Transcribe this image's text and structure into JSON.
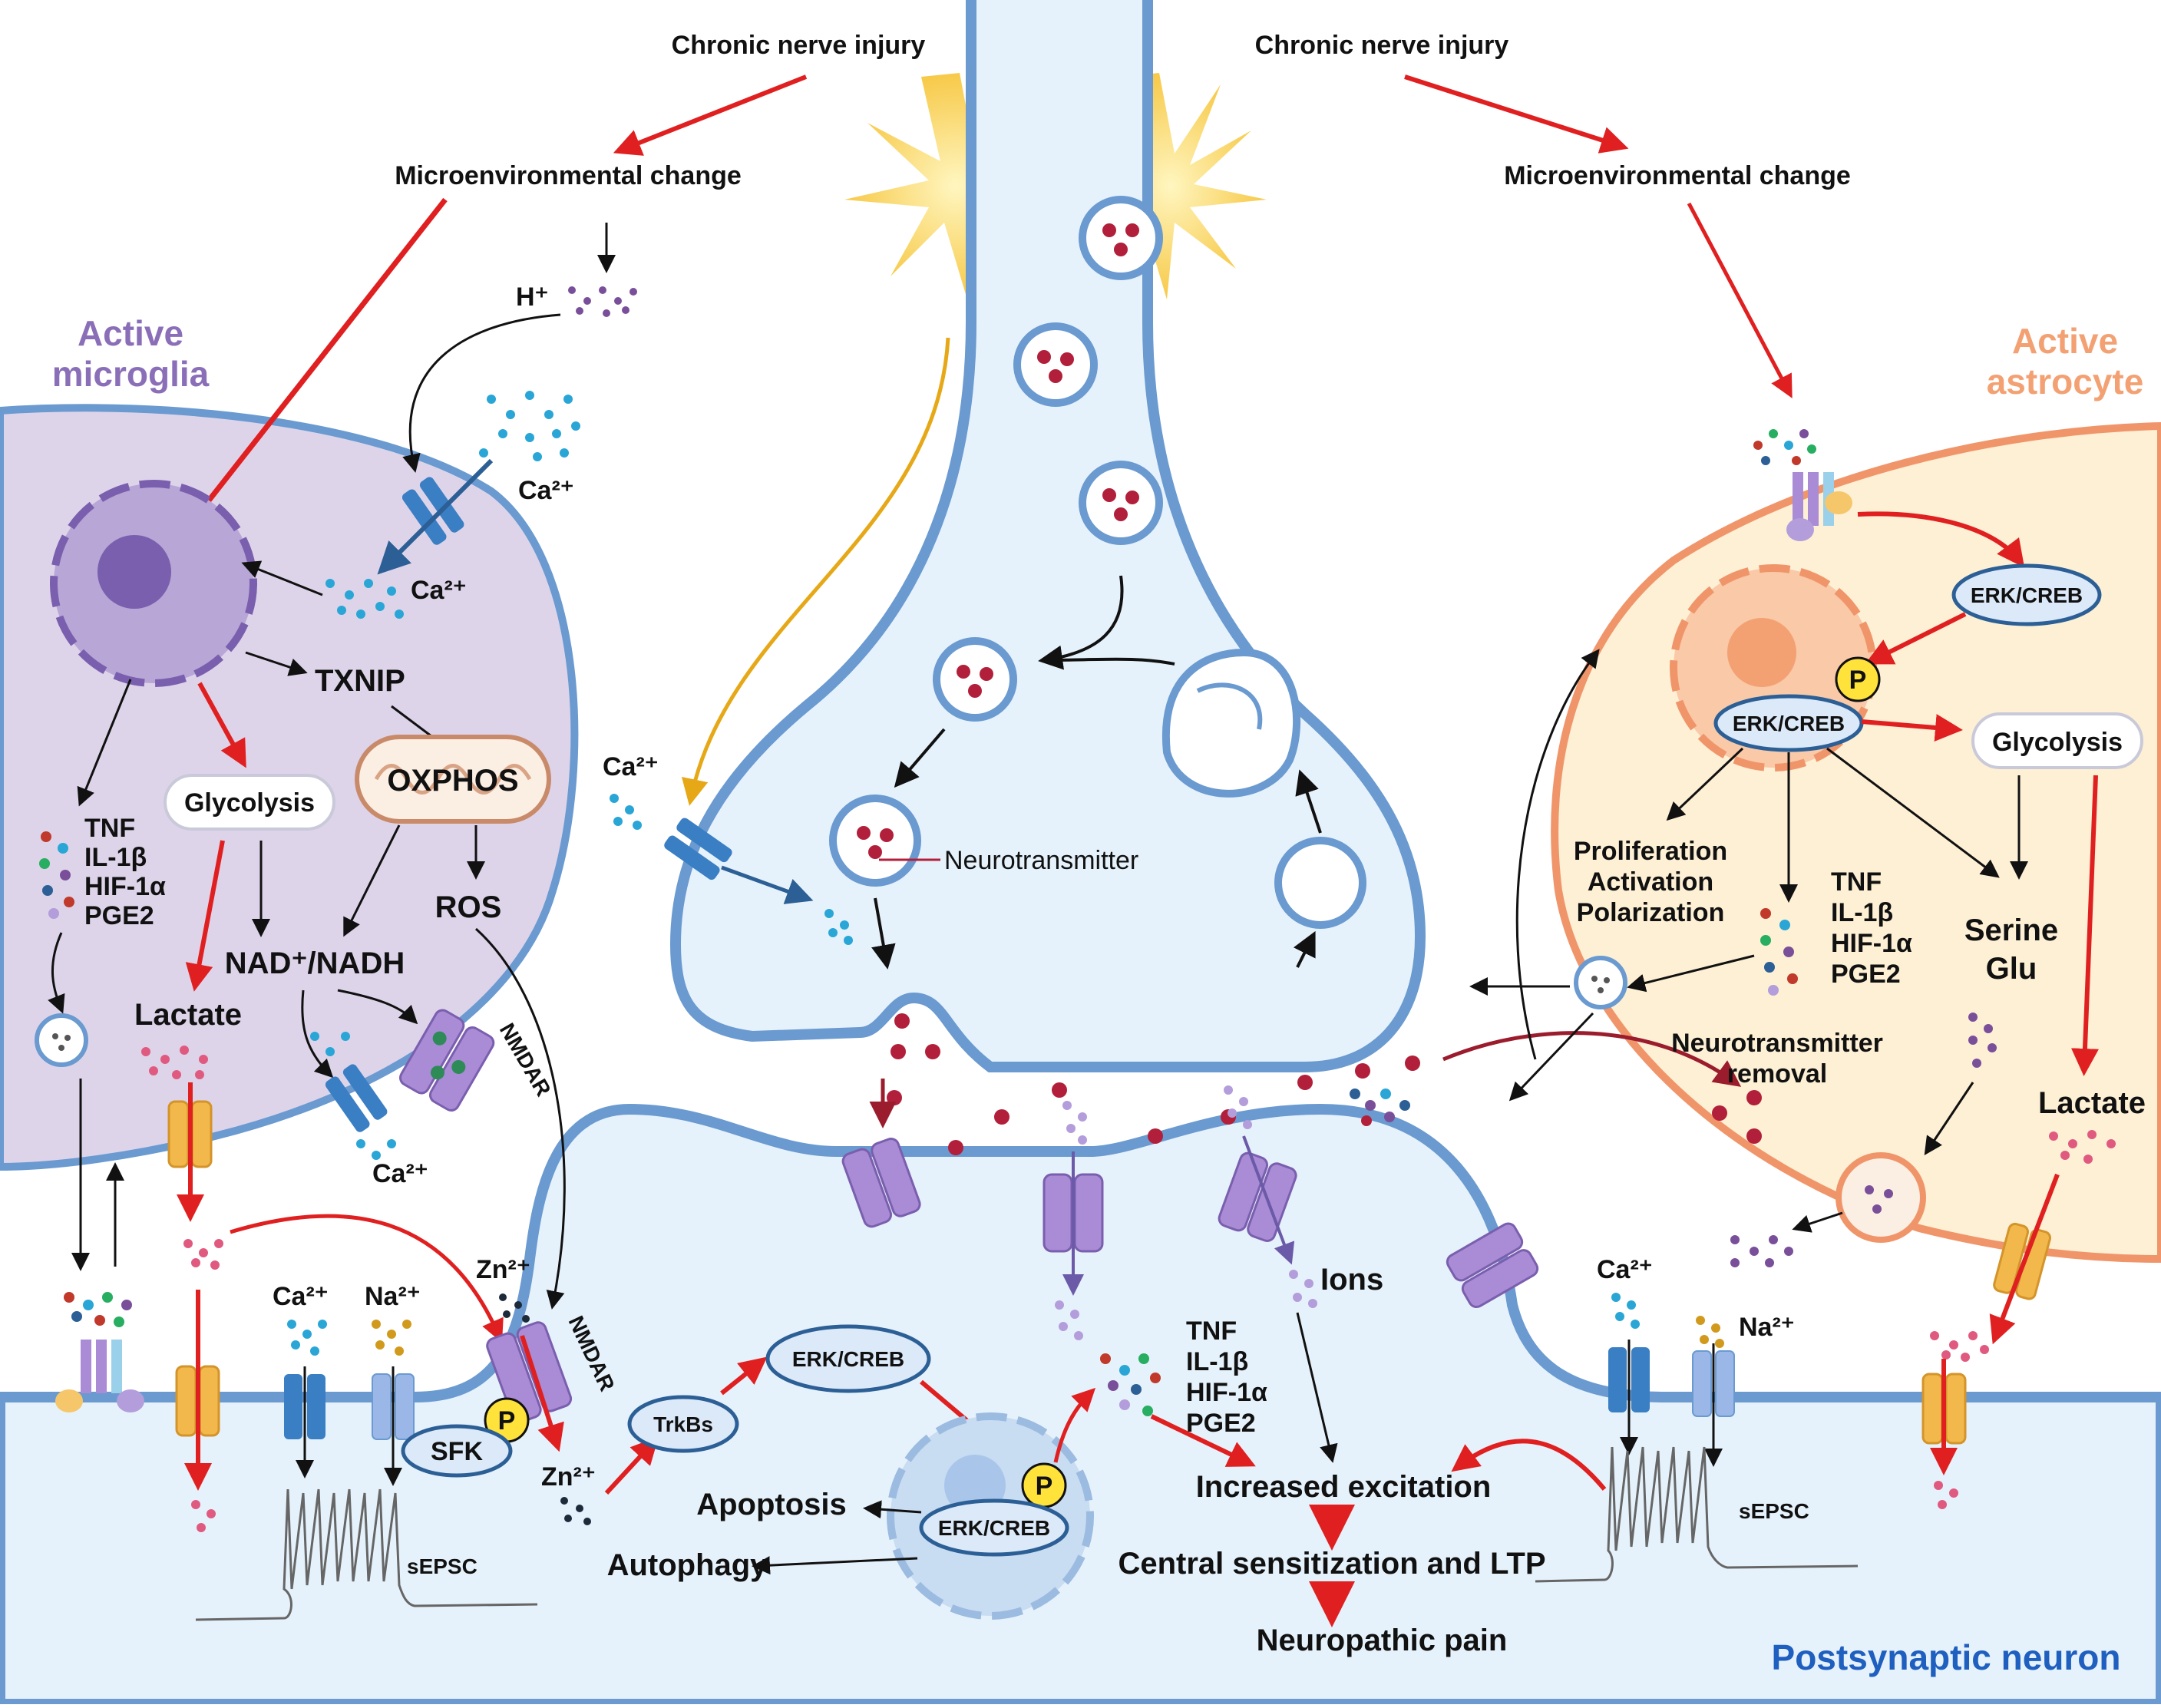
{
  "header": {
    "left_trigger": "Chronic nerve injury",
    "right_trigger": "Chronic nerve injury",
    "left_change": "Microenvironmental change",
    "right_change": "Microenvironmental change"
  },
  "regions": {
    "microglia": "Active\nmicroglia",
    "astrocyte": "Active\nastrocyte",
    "postsynaptic": "Postsynaptic neuron"
  },
  "microglia": {
    "h_ion": "H⁺",
    "ca_out": "Ca²⁺",
    "ca_in": "Ca²⁺",
    "txnip": "TXNIP",
    "oxphos": "OXPHOS",
    "glycolysis": "Glycolysis",
    "ros": "ROS",
    "nad": "NAD⁺/NADH",
    "lactate": "Lactate",
    "nmdar": "NMDAR",
    "ca_bottom": "Ca²⁺",
    "cytokines": [
      "TNF",
      "IL-1β",
      "HIF-1α",
      "PGE2"
    ]
  },
  "presynaptic": {
    "ca_label": "Ca²⁺",
    "neurotransmitter": "Neurotransmitter"
  },
  "astrocyte": {
    "erk1": "ERK/CREB",
    "erk2": "ERK/CREB",
    "p": "P",
    "glycolysis": "Glycolysis",
    "proliferation": [
      "Proliferation",
      "Activation",
      "Polarization"
    ],
    "cytokines": [
      "TNF",
      "IL-1β",
      "HIF-1α",
      "PGE2"
    ],
    "serine": "Serine",
    "glu": "Glu",
    "nt_removal": [
      "Neurotransmitter",
      "removal"
    ],
    "lactate": "Lactate"
  },
  "postsynaptic": {
    "ca_left": "Ca²⁺",
    "na_left": "Na²⁺",
    "zn_top": "Zn²⁺",
    "zn_bottom": "Zn²⁺",
    "nmdar": "NMDAR",
    "p": "P",
    "sfk": "SFK",
    "sepsc_left": "sEPSC",
    "trkbs": "TrkBs",
    "erk_top": "ERK/CREB",
    "erk_nucleus": "ERK/CREB",
    "p_nucleus": "P",
    "apoptosis": "Apoptosis",
    "autophagy": "Autophagy",
    "ions": "Ions",
    "cytokines": [
      "TNF",
      "IL-1β",
      "HIF-1α",
      "PGE2"
    ],
    "increased_excitation": "Increased excitation",
    "central_sensitization": "Central sensitization and LTP",
    "neuropathic_pain": "Neuropathic pain",
    "ca_right": "Ca²⁺",
    "na_right": "Na²⁺",
    "sepsc_right": "sEPSC"
  },
  "colors": {
    "microglia_fill": "#ddd4ea",
    "astrocyte_fill": "#fdf0d5",
    "neuron_fill": "#e6f2fb",
    "membrane": "#6a9ad0",
    "red_arrow": "#e02020",
    "dark_red": "#9b1c2c",
    "ca_dots": "#2aa6d6",
    "purple_dots": "#7a4f9a"
  }
}
